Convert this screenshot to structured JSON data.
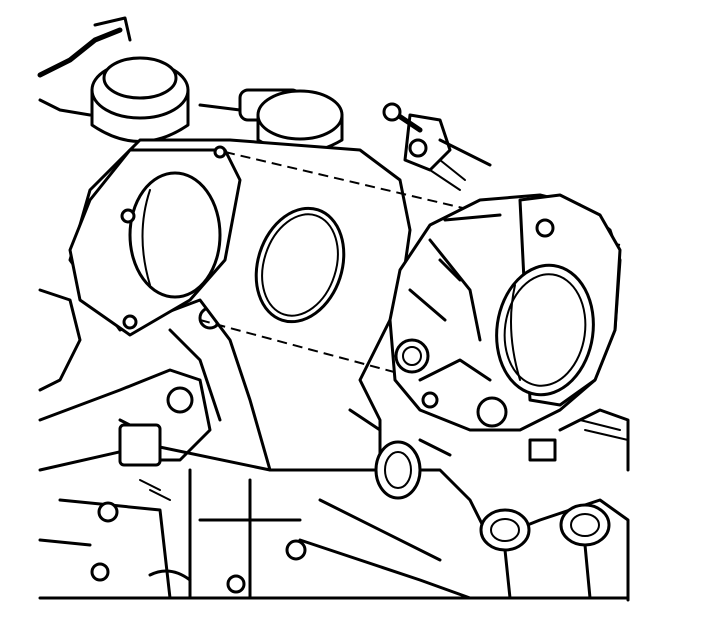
{
  "figure": {
    "kind": "exploded-line-drawing",
    "palette": {
      "ink": "#000000",
      "paper": "#ffffff"
    },
    "parts": [
      "throttle-body",
      "throttle-body-gasket",
      "intake-manifold-opening",
      "engine-block"
    ]
  }
}
